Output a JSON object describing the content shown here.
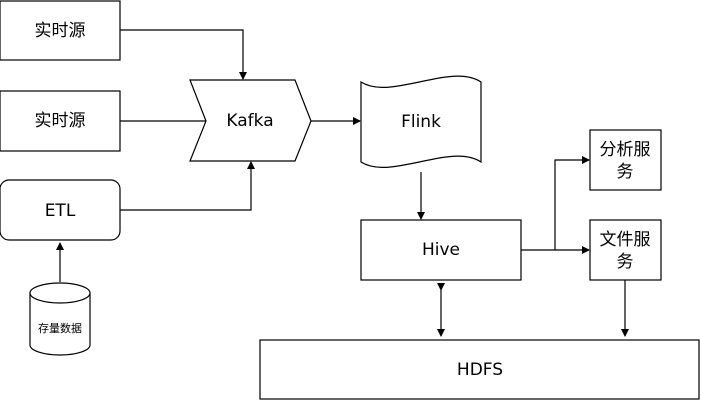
{
  "nodes": {
    "source_1": "实时源",
    "source_2": "实时源",
    "etl": "ETL",
    "storage": "存量数据",
    "kafka": "Kafka",
    "flink": "Flink",
    "hive": "Hive",
    "analysis_service": [
      "分析服",
      "务"
    ],
    "file_service": [
      "文件服",
      "务"
    ],
    "hdfs": "HDFS"
  }
}
